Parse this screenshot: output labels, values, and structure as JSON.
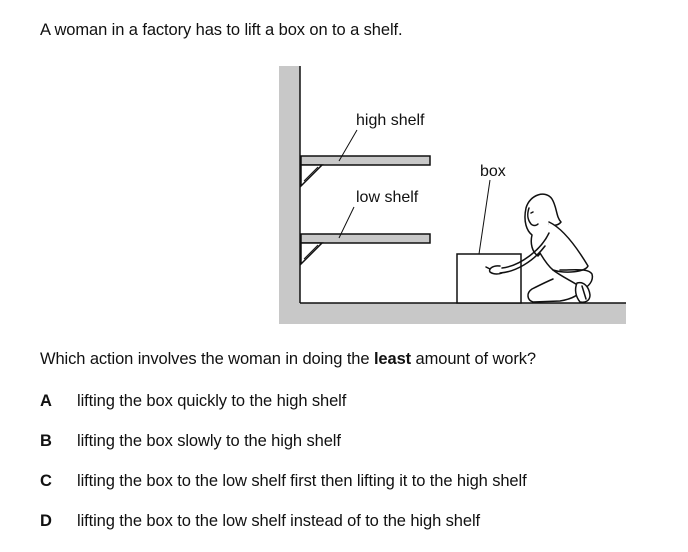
{
  "intro": "A woman in a factory has to lift a box on to a shelf.",
  "diagram": {
    "labels": {
      "high_shelf": "high shelf",
      "low_shelf": "low shelf",
      "box": "box"
    }
  },
  "question": {
    "before": "Which action involves the woman in doing the ",
    "emphasis": "least",
    "after": " amount of work?"
  },
  "options": [
    {
      "letter": "A",
      "text": "lifting the box quickly to the high shelf"
    },
    {
      "letter": "B",
      "text": "lifting the box slowly to the high shelf"
    },
    {
      "letter": "C",
      "text": "lifting the box to the low shelf first then lifting it to the high shelf"
    },
    {
      "letter": "D",
      "text": "lifting the box to the low shelf instead of to the high shelf"
    }
  ]
}
